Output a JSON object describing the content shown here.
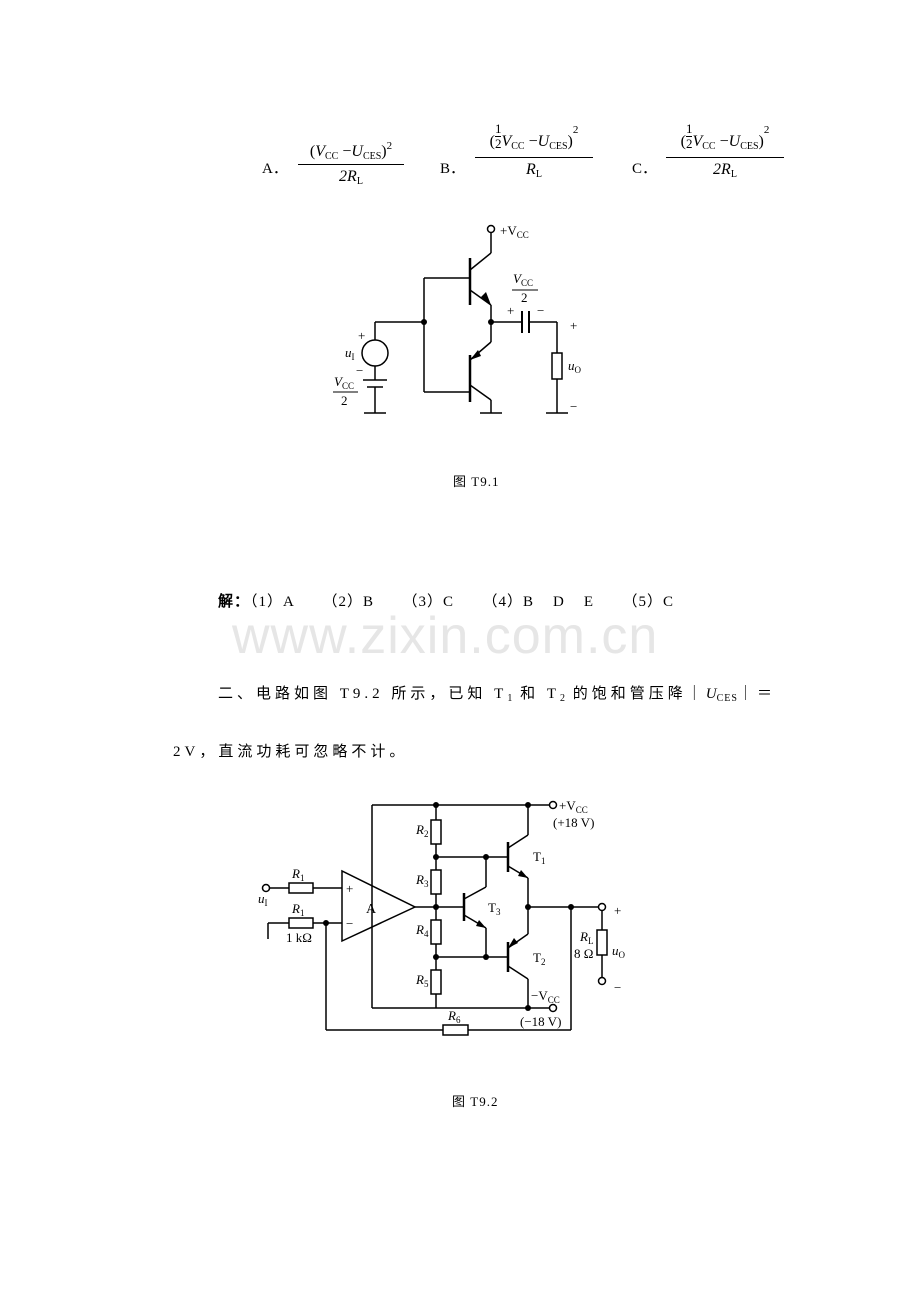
{
  "options": {
    "a_label": "A．",
    "b_label": "B．",
    "c_label": "C．",
    "a_expr": {
      "num_open": "(",
      "v": "V",
      "v_sub": "CC",
      "minus": " −",
      "u": "U",
      "u_sub": "CES",
      "close": ")",
      "power": "2",
      "den_coef": "2",
      "den_r": "R",
      "den_sub": "L"
    },
    "b_expr": {
      "open": "(",
      "half_num": "1",
      "half_den": "2",
      "v": "V",
      "v_sub": "CC",
      "minus": " −",
      "u": "U",
      "u_sub": "CES",
      "close": ")",
      "power": "2",
      "den_r": "R",
      "den_sub": "L"
    },
    "c_expr": {
      "open": "(",
      "half_num": "1",
      "half_den": "2",
      "v": "V",
      "v_sub": "CC",
      "minus": " −",
      "u": "U",
      "u_sub": "CES",
      "close": ")",
      "power": "2",
      "den_coef": "2",
      "den_r": "R",
      "den_sub": "L"
    }
  },
  "figure1": {
    "caption": "图  T9.1",
    "vcc_label": "+V",
    "vcc_sub": "CC",
    "cap_label_num": "V",
    "cap_label_num_sub": "CC",
    "cap_label_den": "2",
    "cap_plus": "+",
    "cap_minus": "−",
    "input_label": "u",
    "input_sub": "I",
    "input_plus": "+",
    "input_minus": "−",
    "bias_num": "V",
    "bias_num_sub": "CC",
    "bias_den": "2",
    "out_plus": "+",
    "out_minus": "−",
    "out_label": "u",
    "out_sub": "O"
  },
  "answer": {
    "prefix": "解：",
    "items": "（1）A      （2）B      （3）C      （4）B    D    E      （5）C"
  },
  "watermark": "www.zixin.com.cn",
  "question2": {
    "line1_a": "二、电路如图 T9.2 所示，已知 T",
    "t1_sub": "1",
    "line1_b": " 和 T",
    "t2_sub": "2",
    "line1_c": " 的饱和管压降｜",
    "u": "U",
    "u_sub": "CES",
    "line1_d": "｜＝",
    "line2": "2V，直流功耗可忽略不计。"
  },
  "figure2": {
    "caption": "图  T9.2",
    "vcc_pos": "+V",
    "vcc_pos_sub": "CC",
    "vcc_pos_value": "(+18 V)",
    "vcc_neg": "−V",
    "vcc_neg_sub": "CC",
    "vcc_neg_value": "(−18 V)",
    "r1_top": "R",
    "r1_top_sub": "1",
    "r1_bot": "R",
    "r1_bot_sub": "1",
    "r1_value": "1 kΩ",
    "r2": "R",
    "r2_sub": "2",
    "r3": "R",
    "r3_sub": "3",
    "r4": "R",
    "r4_sub": "4",
    "r5": "R",
    "r5_sub": "5",
    "r6": "R",
    "r6_sub": "6",
    "rl": "R",
    "rl_sub": "L",
    "rl_value": "8 Ω",
    "t1": "T",
    "t1_sub": "1",
    "t2": "T",
    "t2_sub": "2",
    "t3": "T",
    "t3_sub": "3",
    "amp": "A",
    "amp_plus": "+",
    "amp_minus": "−",
    "ui": "u",
    "ui_sub": "I",
    "uo": "u",
    "uo_sub": "O",
    "out_plus": "+",
    "out_minus": "−"
  }
}
